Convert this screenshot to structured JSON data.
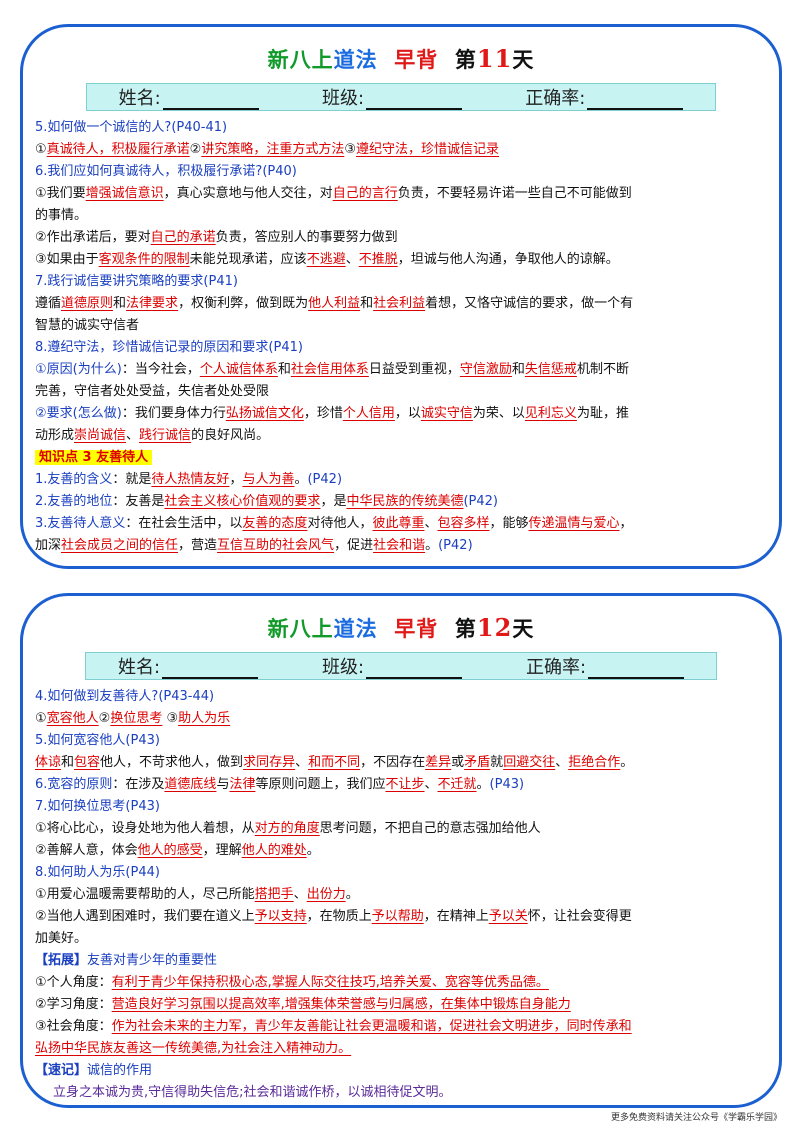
{
  "cards": [
    {
      "title": {
        "part1": "新八上",
        "part2": "道法",
        "part3": "早背",
        "part4": "第",
        "num": "11",
        "part5": "天"
      },
      "name_label": "姓名:",
      "class_label": "班级:",
      "score_label": "正确率:",
      "lines": [
        [
          [
            "q",
            "5.如何做一个诚信的人?"
          ],
          [
            "q",
            "(P40-41)"
          ]
        ],
        [
          [
            "a",
            "①"
          ],
          [
            "k",
            "真诚待人，积极履行承诺"
          ],
          [
            "a",
            "②"
          ],
          [
            "k",
            "讲究策略，注重方式方法"
          ],
          [
            "a",
            "③"
          ],
          [
            "k",
            "遵纪守法，珍惜诚信记录"
          ]
        ],
        [
          [
            "q",
            "6.我们应如何真诚待人，积极履行承诺?"
          ],
          [
            "q",
            "(P40)"
          ]
        ],
        [
          [
            "a",
            "①我们要"
          ],
          [
            "k",
            "增强诚信意识"
          ],
          [
            "a",
            "，真心实意地与他人交往，对"
          ],
          [
            "k",
            "自己的言行"
          ],
          [
            "a",
            "负责，不要轻易许诺一些自己不可能做到"
          ]
        ],
        [
          [
            "a",
            "的事情。"
          ]
        ],
        [
          [
            "a",
            "②作出承诺后，要对"
          ],
          [
            "k",
            "自己的承诺"
          ],
          [
            "a",
            "负责，答应别人的事要努力做到"
          ]
        ],
        [
          [
            "a",
            "③如果由于"
          ],
          [
            "k",
            "客观条件的限制"
          ],
          [
            "a",
            "未能兑现承诺，应该"
          ],
          [
            "k",
            "不逃避"
          ],
          [
            "a",
            "、"
          ],
          [
            "k",
            "不推脱"
          ],
          [
            "a",
            "，坦诚与他人沟通，争取他人的谅解。"
          ]
        ],
        [
          [
            "q",
            "7.践行诚信要讲究策略的要求"
          ],
          [
            "q",
            "(P41)"
          ]
        ],
        [
          [
            "a",
            "遵循"
          ],
          [
            "k",
            "道德原则"
          ],
          [
            "a",
            "和"
          ],
          [
            "k",
            "法律要求"
          ],
          [
            "a",
            "，权衡利弊，做到既为"
          ],
          [
            "k",
            "他人利益"
          ],
          [
            "a",
            "和"
          ],
          [
            "k",
            "社会利益"
          ],
          [
            "a",
            "着想，又恪守诚信的要求，做一个有"
          ]
        ],
        [
          [
            "a",
            "智慧的诚实守信者"
          ]
        ],
        [
          [
            "q",
            "8.遵纪守法，珍惜诚信记录的原因和要求"
          ],
          [
            "q",
            "(P41)"
          ]
        ],
        [
          [
            "q",
            "①原因(为什么)"
          ],
          [
            "a",
            "：当今社会，"
          ],
          [
            "k",
            "个人诚信体系"
          ],
          [
            "a",
            "和"
          ],
          [
            "k",
            "社会信用体系"
          ],
          [
            "a",
            "日益受到重视，"
          ],
          [
            "k",
            "守信激励"
          ],
          [
            "a",
            "和"
          ],
          [
            "k",
            "失信惩戒"
          ],
          [
            "a",
            "机制不断"
          ]
        ],
        [
          [
            "a",
            "完善，守信者处处受益，失信者处处受限"
          ]
        ],
        [
          [
            "q",
            "②要求(怎么做)"
          ],
          [
            "a",
            "：我们要身体力行"
          ],
          [
            "k",
            "弘扬诚信文化"
          ],
          [
            "a",
            "，珍惜"
          ],
          [
            "k",
            "个人信用"
          ],
          [
            "a",
            "，以"
          ],
          [
            "k",
            "诚实守信"
          ],
          [
            "a",
            "为荣、以"
          ],
          [
            "k",
            "见利忘义"
          ],
          [
            "a",
            "为耻，推"
          ]
        ],
        [
          [
            "a",
            "动形成"
          ],
          [
            "k",
            "崇尚诚信"
          ],
          [
            "a",
            "、"
          ],
          [
            "k",
            "践行诚信"
          ],
          [
            "a",
            "的良好风尚。"
          ]
        ],
        [
          [
            "hl",
            "知识点 3 友善待人"
          ]
        ],
        [
          [
            "q",
            "1.友善的含义"
          ],
          [
            "a",
            "：就是"
          ],
          [
            "k",
            "待人热情友好"
          ],
          [
            "a",
            "，"
          ],
          [
            "k",
            "与人为善"
          ],
          [
            "a",
            "。"
          ],
          [
            "q",
            "(P42)"
          ]
        ],
        [
          [
            "q",
            "2.友善的地位"
          ],
          [
            "a",
            "：友善是"
          ],
          [
            "k",
            "社会主义核心价值观的要求"
          ],
          [
            "a",
            "，是"
          ],
          [
            "k",
            "中华民族的传统美德"
          ],
          [
            "q",
            "(P42)"
          ]
        ],
        [
          [
            "q",
            "3.友善待人意义"
          ],
          [
            "a",
            "：在社会生活中，以"
          ],
          [
            "k",
            "友善的态度"
          ],
          [
            "a",
            "对待他人，"
          ],
          [
            "k",
            "彼此尊重"
          ],
          [
            "a",
            "、"
          ],
          [
            "k",
            "包容多样"
          ],
          [
            "a",
            "，能够"
          ],
          [
            "k",
            "传递温情与爱心"
          ],
          [
            "a",
            "，"
          ]
        ],
        [
          [
            "a",
            "加深"
          ],
          [
            "k",
            "社会成员之间的信任"
          ],
          [
            "a",
            "，营造"
          ],
          [
            "k",
            "互信互助的社会风气"
          ],
          [
            "a",
            "，促进"
          ],
          [
            "k",
            "社会和谐"
          ],
          [
            "a",
            "。"
          ],
          [
            "q",
            "(P42)"
          ]
        ]
      ]
    },
    {
      "title": {
        "part1": "新八上",
        "part2": "道法",
        "part3": "早背",
        "part4": "第",
        "num": "12",
        "part5": "天"
      },
      "name_label": "姓名:",
      "class_label": "班级:",
      "score_label": "正确率:",
      "lines": [
        [
          [
            "q",
            "4.如何做到友善待人?"
          ],
          [
            "q",
            "(P43-44)"
          ]
        ],
        [
          [
            "a",
            "①"
          ],
          [
            "k",
            "宽容他人"
          ],
          [
            "a",
            "②"
          ],
          [
            "k",
            "换位思考"
          ],
          [
            "a",
            "  ③"
          ],
          [
            "k",
            "助人为乐"
          ]
        ],
        [
          [
            "q",
            "5.如何宽容他人"
          ],
          [
            "q",
            "(P43)"
          ]
        ],
        [
          [
            "k",
            "体谅"
          ],
          [
            "a",
            "和"
          ],
          [
            "k",
            "包容"
          ],
          [
            "a",
            "他人，不苛求他人，做到"
          ],
          [
            "k",
            "求同存异"
          ],
          [
            "a",
            "、"
          ],
          [
            "k",
            "和而不同"
          ],
          [
            "a",
            "，不因存在"
          ],
          [
            "k",
            "差异"
          ],
          [
            "a",
            "或"
          ],
          [
            "k",
            "矛盾"
          ],
          [
            "a",
            "就"
          ],
          [
            "k",
            "回避交往"
          ],
          [
            "a",
            "、"
          ],
          [
            "k",
            "拒绝合作"
          ],
          [
            "a",
            "。"
          ]
        ],
        [
          [
            "q",
            "6.宽容的原则"
          ],
          [
            "a",
            "：在涉及"
          ],
          [
            "k",
            "道德底线"
          ],
          [
            "a",
            "与"
          ],
          [
            "k",
            "法律"
          ],
          [
            "a",
            "等原则问题上，我们应"
          ],
          [
            "k",
            "不让步"
          ],
          [
            "a",
            "、"
          ],
          [
            "k",
            "不迁就"
          ],
          [
            "a",
            "。"
          ],
          [
            "q",
            "(P43)"
          ]
        ],
        [
          [
            "q",
            "7.如何换位思考"
          ],
          [
            "q",
            "(P43)"
          ]
        ],
        [
          [
            "a",
            "①将心比心，设身处地为他人着想，从"
          ],
          [
            "k",
            "对方的角度"
          ],
          [
            "a",
            "思考问题，不把自己的意志强加给他人"
          ]
        ],
        [
          [
            "a",
            "②善解人意，体会"
          ],
          [
            "k",
            "他人的感受"
          ],
          [
            "a",
            "，理解"
          ],
          [
            "k",
            "他人的难处"
          ],
          [
            "a",
            "。"
          ]
        ],
        [
          [
            "q",
            "8.如何助人为乐"
          ],
          [
            "q",
            "(P44)"
          ]
        ],
        [
          [
            "a",
            "①用爱心温暖需要帮助的人，尽己所能"
          ],
          [
            "k",
            "搭把手"
          ],
          [
            "a",
            "、"
          ],
          [
            "k",
            "出份力"
          ],
          [
            "a",
            "。"
          ]
        ],
        [
          [
            "a",
            "②当他人遇到困难时，我们要在道义上"
          ],
          [
            "k",
            "予以支持"
          ],
          [
            "a",
            "，在物质上"
          ],
          [
            "k",
            "予以帮助"
          ],
          [
            "a",
            "，在精神上"
          ],
          [
            "k",
            "予以关"
          ],
          [
            "a",
            "怀，让社会变得更"
          ]
        ],
        [
          [
            "a",
            "加美好。"
          ]
        ],
        [
          [
            "ext",
            "【拓展】"
          ],
          [
            "q",
            "友善对青少年的重要性"
          ]
        ],
        [
          [
            "a",
            "①个人角度："
          ],
          [
            "k",
            "有利于青少年保持积极心态,掌握人际交往技巧,培养关爱、宽容等优秀品德。"
          ]
        ],
        [
          [
            "a",
            "②学习角度："
          ],
          [
            "k",
            "营造良好学习氛围以提高效率,增强集体荣誉感与归属感，在集体中锻炼自身能力"
          ]
        ],
        [
          [
            "a",
            "③社会角度："
          ],
          [
            "k",
            "作为社会未来的主力军，青少年友善能让社会更温暖和谐，促进社会文明进步，同时传承和"
          ]
        ],
        [
          [
            "k",
            "弘扬中华民族友善这一传统美德,为社会注入精神动力。"
          ]
        ],
        [
          [
            "ext",
            "【速记】"
          ],
          [
            "q",
            "诚信的作用"
          ]
        ],
        [
          [
            "purple",
            "立身之本诚为贵,守信得助失信危;社会和谐诚作桥，以诚相待促文明。"
          ]
        ]
      ]
    }
  ],
  "footer": "更多免费资料请关注公众号《学霸乐学园》"
}
